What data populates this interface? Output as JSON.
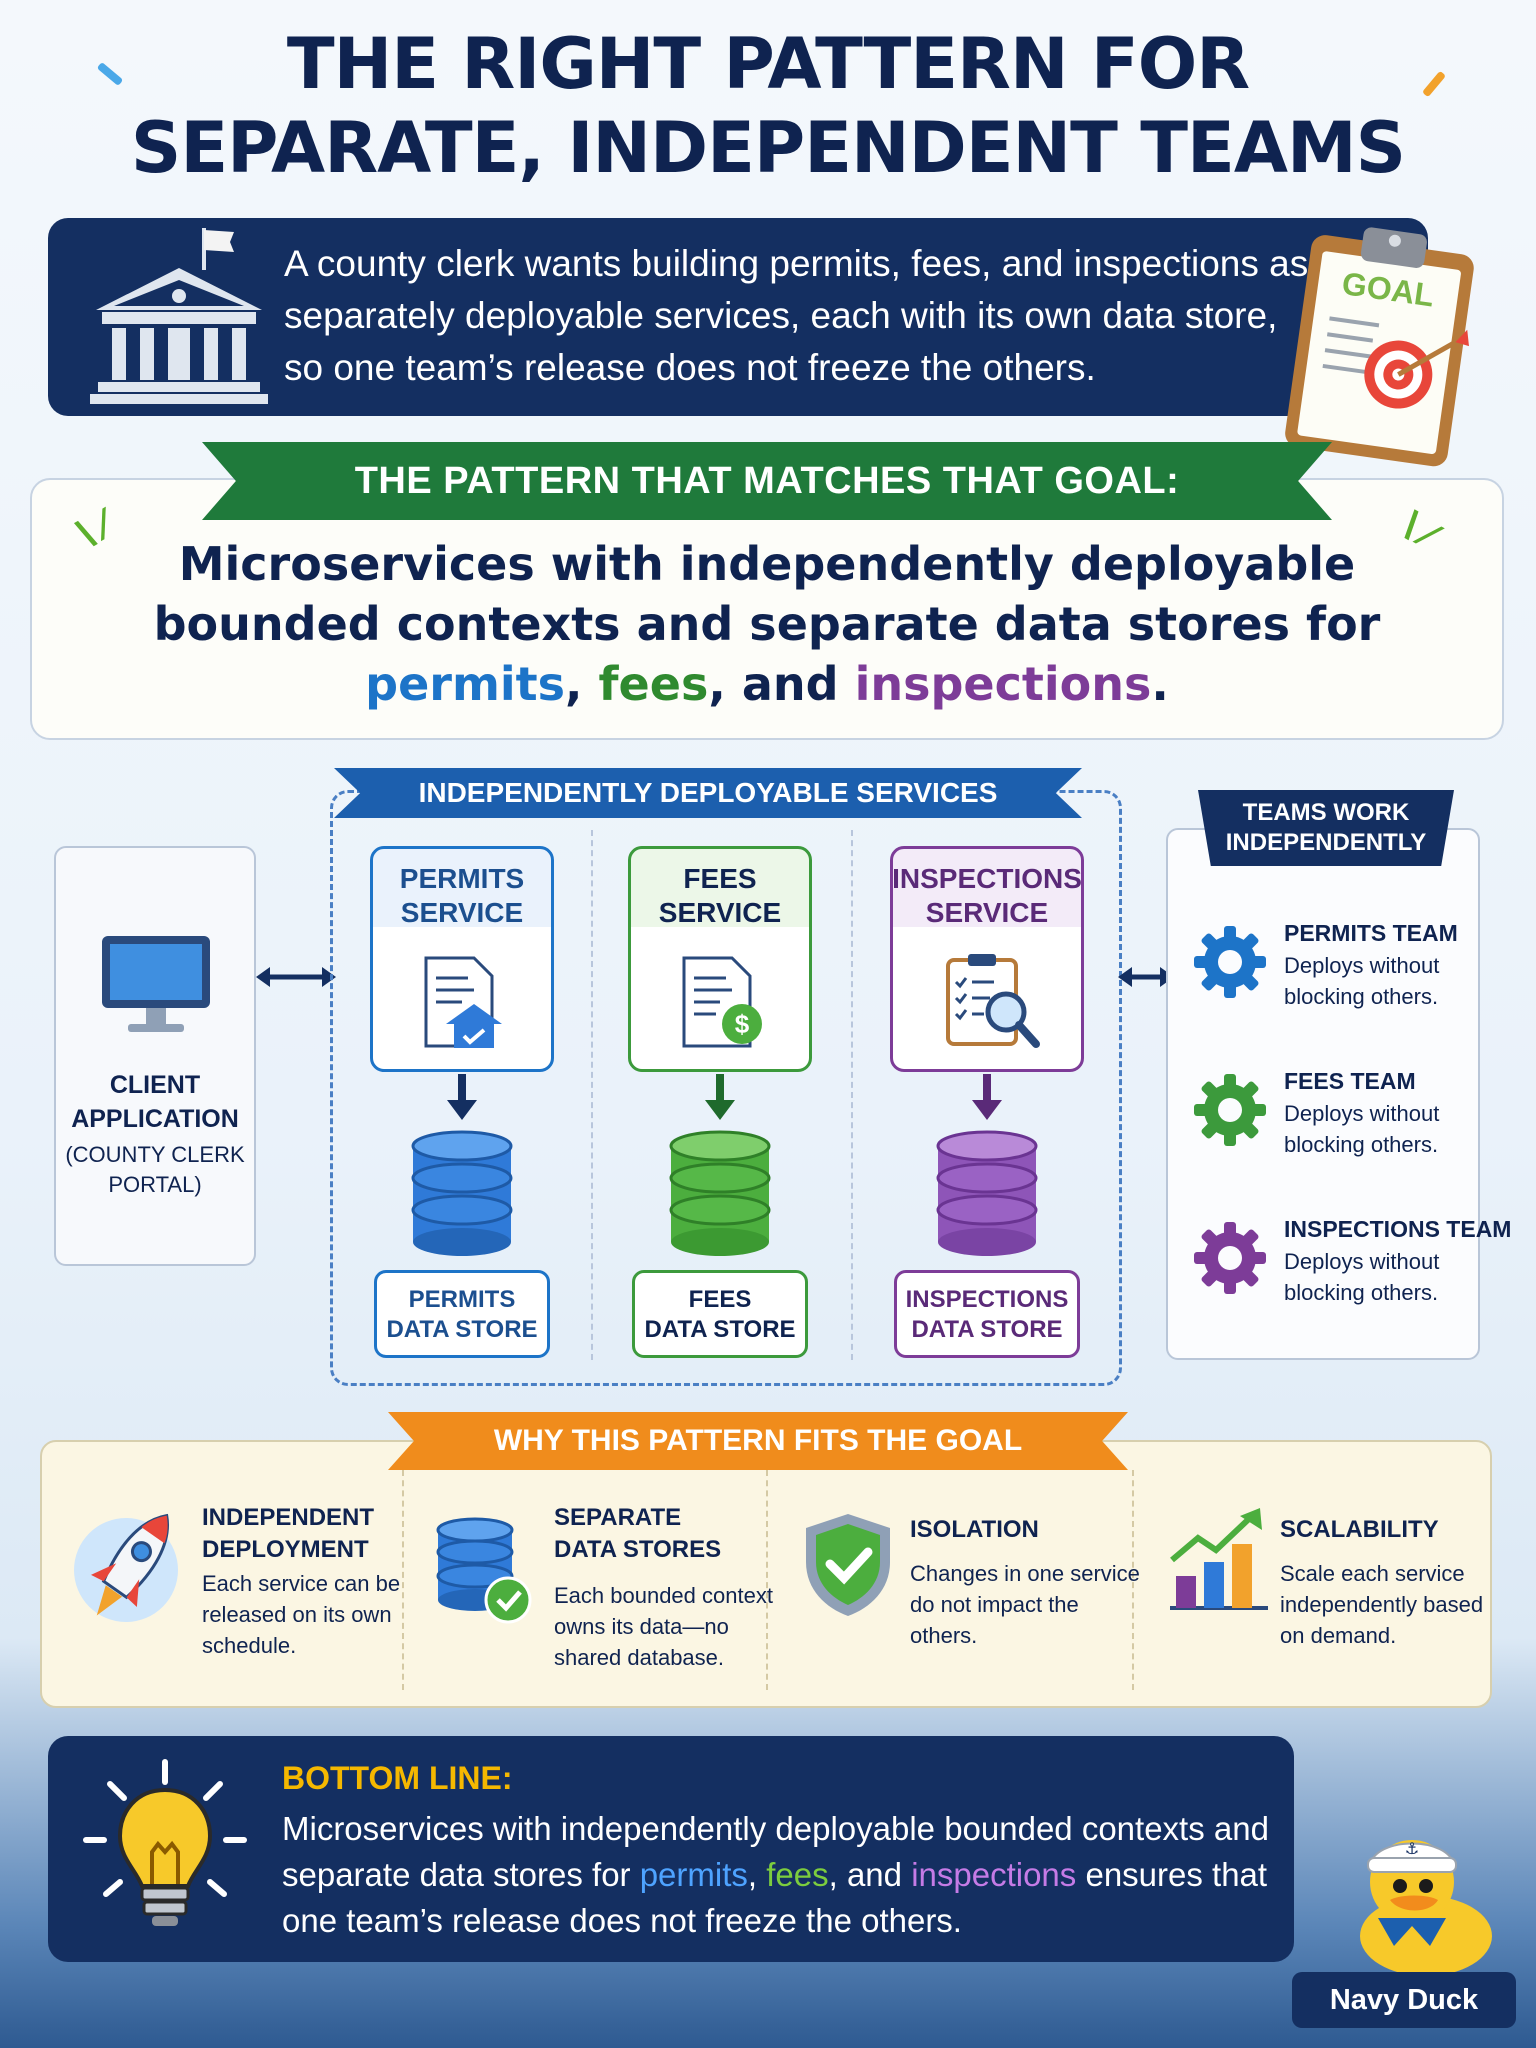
{
  "title": {
    "line1": "THE RIGHT PATTERN FOR",
    "line2": "SEPARATE, INDEPENDENT TEAMS"
  },
  "intro": {
    "text": "A county clerk wants building permits, fees, and inspections as separately deployable services, each with its own data store, so one team’s release does not freeze the others.",
    "clipboard_label": "GOAL"
  },
  "pattern": {
    "ribbon": "THE PATTERN THAT MATCHES THAT GOAL:",
    "line1": "Microservices with independently deployable",
    "line2": "bounded contexts and separate data stores for",
    "permits": "permits",
    "sep1": ", ",
    "fees": "fees",
    "sep2": ", and ",
    "inspections": "inspections",
    "end": "."
  },
  "client": {
    "label_line1": "CLIENT",
    "label_line2": "APPLICATION",
    "sub_line1": "(COUNTY CLERK",
    "sub_line2": "PORTAL)"
  },
  "services": {
    "ribbon": "INDEPENDENTLY DEPLOYABLE SERVICES",
    "items": [
      {
        "name_line1": "PERMITS",
        "name_line2": "SERVICE",
        "store_line1": "PERMITS",
        "store_line2": "DATA STORE",
        "color": "#1d74c8",
        "db_color": "#2f7ad8",
        "bg": "#eaf2fc"
      },
      {
        "name_line1": "FEES",
        "name_line2": "SERVICE",
        "store_line1": "FEES",
        "store_line2": "DATA STORE",
        "color": "#3c9a3c",
        "db_color": "#4cae3e",
        "bg": "#ecf7e8"
      },
      {
        "name_line1": "INSPECTIONS",
        "name_line2": "SERVICE",
        "store_line1": "INSPECTIONS",
        "store_line2": "DATA STORE",
        "color": "#7d3c98",
        "db_color": "#8e55b8",
        "bg": "#f3ebf8"
      }
    ]
  },
  "teams": {
    "ribbon_line1": "TEAMS WORK",
    "ribbon_line2": "INDEPENDENTLY",
    "items": [
      {
        "name": "PERMITS TEAM",
        "desc_line1": "Deploys without",
        "desc_line2": "blocking others.",
        "color": "#1d74c8"
      },
      {
        "name": "FEES TEAM",
        "desc_line1": "Deploys without",
        "desc_line2": "blocking others.",
        "color": "#3c9a3c"
      },
      {
        "name": "INSPECTIONS TEAM",
        "desc_line1": "Deploys without",
        "desc_line2": "blocking others.",
        "color": "#7d3c98"
      }
    ]
  },
  "why": {
    "ribbon": "WHY THIS PATTERN FITS THE GOAL",
    "items": [
      {
        "title_line1": "INDEPENDENT",
        "title_line2": "DEPLOYMENT",
        "desc": [
          "Each service can be",
          "released on its own",
          "schedule."
        ]
      },
      {
        "title_line1": "SEPARATE",
        "title_line2": "DATA STORES",
        "desc": [
          "Each bounded context",
          "owns its data—no",
          "shared database."
        ]
      },
      {
        "title_line1": "ISOLATION",
        "title_line2": "",
        "desc": [
          "Changes in one service",
          "do not impact the",
          "others."
        ]
      },
      {
        "title_line1": "SCALABILITY",
        "title_line2": "",
        "desc": [
          "Scale each service",
          "independently based",
          "on demand."
        ]
      }
    ]
  },
  "bottom": {
    "title": "BOTTOM LINE:",
    "pre": "Microservices with independently deployable bounded contexts and separate data stores for ",
    "permits": "permits",
    "sep1": ", ",
    "fees": "fees",
    "sep2": ", and ",
    "inspections": "inspections",
    "post": " ensures that one team’s release does not freeze the others."
  },
  "mascot": {
    "label": "Navy Duck"
  }
}
